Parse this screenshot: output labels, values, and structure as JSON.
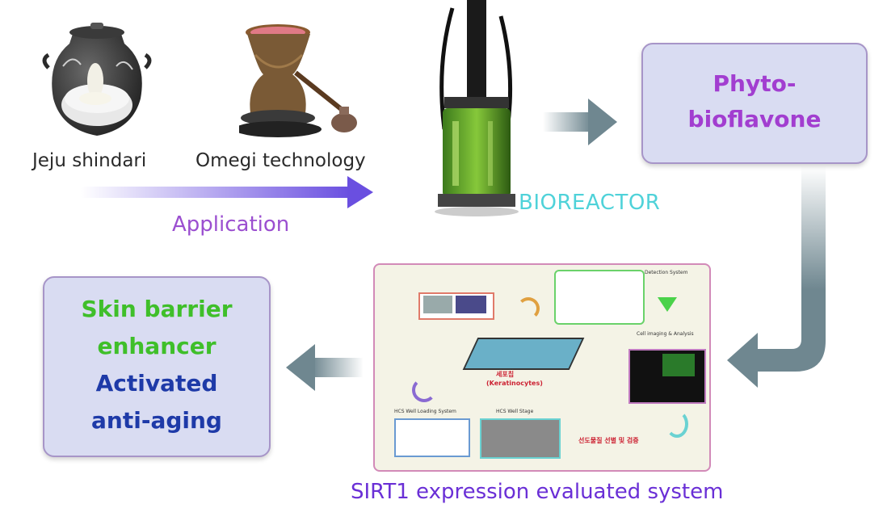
{
  "labels": {
    "jeju": "Jeju shindari",
    "omegi": "Omegi technology",
    "application": "Application",
    "bioreactor": "BIOREACTOR",
    "sirt1": "SIRT1 expression evaluated system"
  },
  "phyto_box": {
    "line1": "Phyto-",
    "line2": "bioflavone"
  },
  "skin_box": {
    "line1": "Skin barrier",
    "line2": "enhancer",
    "line3": "Activated",
    "line4": "anti-aging"
  },
  "panel": {
    "keratinocytes_ko": "세포칩",
    "keratinocytes_en": "(Keratinocytes)",
    "detection": "Detection System",
    "cell_imaging": "Cell imaging & Analysis",
    "loading": "HCS Well Loading System",
    "stage": "HCS Well Stage",
    "result_ko": "선도물질 선별 및 검증"
  },
  "colors": {
    "purple": "#9b4fd0",
    "cyan": "#4fd2d9",
    "violet": "#6a2fd6",
    "green": "#3fbf2a",
    "navy": "#1e3aa8",
    "box_fill": "#d9dcf2",
    "box_border": "#a795c8",
    "arrow_gray": "#6f8790"
  }
}
